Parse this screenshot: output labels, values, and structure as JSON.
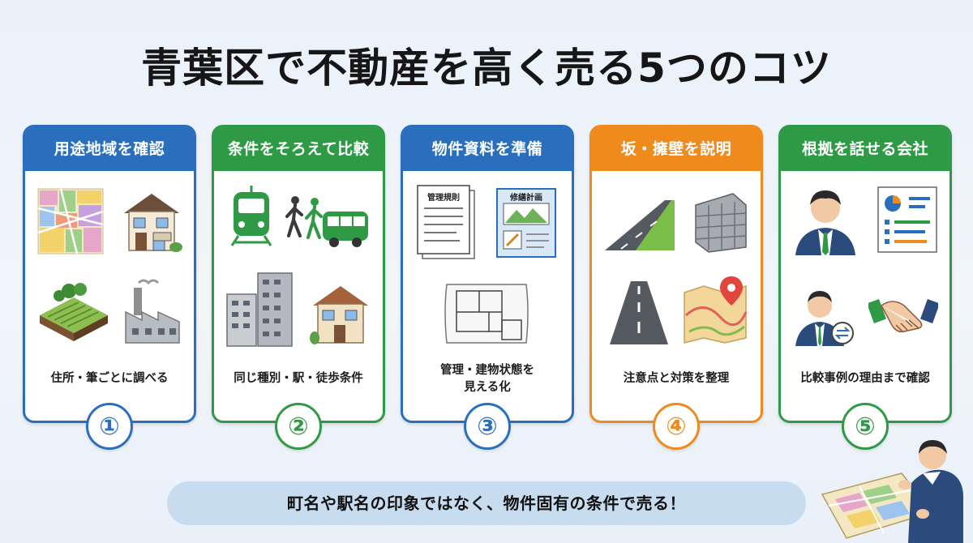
{
  "title": "青葉区で不動産を高く売る5つのコツ",
  "colors": {
    "blue": "#2a6fbe",
    "green": "#2f9a46",
    "orange": "#ef8a1d"
  },
  "cards": [
    {
      "header": "用途地域を確認",
      "caption": "住所・筆ごとに調べる",
      "number": "①",
      "icons": [
        "zoning-map-icon",
        "house-icon",
        "farmland-icon",
        "factory-icon"
      ],
      "color": "#2a6fbe"
    },
    {
      "header": "条件をそろえて比較",
      "caption": "同じ種別・駅・徒歩条件",
      "number": "②",
      "icons": [
        "train-icon",
        "walking-people-icon",
        "bus-icon",
        "apartment-buildings-icon",
        "house-icon"
      ],
      "color": "#2f9a46"
    },
    {
      "header": "物件資料を準備",
      "caption": "管理・建物状態を見える化",
      "caption_line1": "管理・建物状態を",
      "caption_line2": "見える化",
      "number": "③",
      "doc1_label": "管理規則",
      "doc2_label": "修繕計画",
      "icons": [
        "document-icon",
        "plan-document-icon",
        "floor-plan-icon"
      ],
      "color": "#2a6fbe"
    },
    {
      "header": "坂・擁壁を説明",
      "caption": "注意点と対策を整理",
      "number": "④",
      "icons": [
        "slope-road-icon",
        "retaining-wall-icon",
        "flat-road-icon",
        "map-pin-icon"
      ],
      "color": "#ef8a1d"
    },
    {
      "header": "根拠を話せる会社",
      "caption": "比較事例の理由まで確認",
      "number": "⑤",
      "icons": [
        "businessman-icon",
        "report-icon",
        "consultant-icon",
        "handshake-icon"
      ],
      "color": "#2f9a46"
    }
  ],
  "banner": "町名や駅名の印象ではなく、物件固有の条件で売る！"
}
